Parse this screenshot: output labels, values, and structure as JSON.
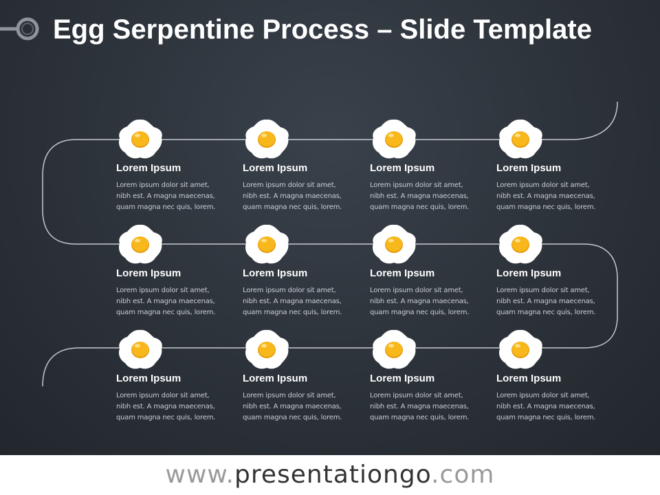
{
  "slide": {
    "title": "Egg Serpentine Process – Slide Template",
    "colors": {
      "background": "#2c3239",
      "path_line": "#c7cbd0",
      "egg_white": "#ffffff",
      "yolk": "#f8b81b",
      "title_text": "#ffffff",
      "body_text": "#c9ced4"
    },
    "steps": [
      {
        "title": "Lorem Ipsum",
        "text": "Lorem  ipsum dolor sit amet,\nnibh est. A magna maecenas,\nquam magna nec quis, lorem."
      },
      {
        "title": "Lorem Ipsum",
        "text": "Lorem  ipsum dolor sit amet,\nnibh est. A magna maecenas,\nquam magna nec quis, lorem."
      },
      {
        "title": "Lorem Ipsum",
        "text": "Lorem  ipsum dolor sit amet,\nnibh est. A magna maecenas,\nquam magna nec quis, lorem."
      },
      {
        "title": "Lorem Ipsum",
        "text": "Lorem  ipsum dolor sit amet,\nnibh est. A magna maecenas,\nquam magna nec quis, lorem."
      },
      {
        "title": "Lorem Ipsum",
        "text": "Lorem  ipsum dolor sit amet,\nnibh est. A magna maecenas,\nquam magna nec quis, lorem."
      },
      {
        "title": "Lorem Ipsum",
        "text": "Lorem  ipsum dolor sit amet,\nnibh est. A magna maecenas,\nquam magna nec quis, lorem."
      },
      {
        "title": "Lorem Ipsum",
        "text": "Lorem  ipsum dolor sit amet,\nnibh est. A magna maecenas,\nquam magna nec quis, lorem."
      },
      {
        "title": "Lorem Ipsum",
        "text": "Lorem  ipsum dolor sit amet,\nnibh est. A magna maecenas,\nquam magna nec quis, lorem."
      },
      {
        "title": "Lorem Ipsum",
        "text": "Lorem  ipsum dolor sit amet,\nnibh est. A magna maecenas,\nquam magna nec quis, lorem."
      },
      {
        "title": "Lorem Ipsum",
        "text": "Lorem  ipsum dolor sit amet,\nnibh est. A magna maecenas,\nquam magna nec quis, lorem."
      },
      {
        "title": "Lorem Ipsum",
        "text": "Lorem  ipsum dolor sit amet,\nnibh est. A magna maecenas,\nquam magna nec quis, lorem."
      },
      {
        "title": "Lorem Ipsum",
        "text": "Lorem  ipsum dolor sit amet,\nnibh est. A magna maecenas,\nquam magna nec quis, lorem."
      }
    ],
    "icon": "fried-egg-icon"
  },
  "footer": {
    "prefix": "www.",
    "brand": "presentationgo",
    "suffix": ".com"
  }
}
